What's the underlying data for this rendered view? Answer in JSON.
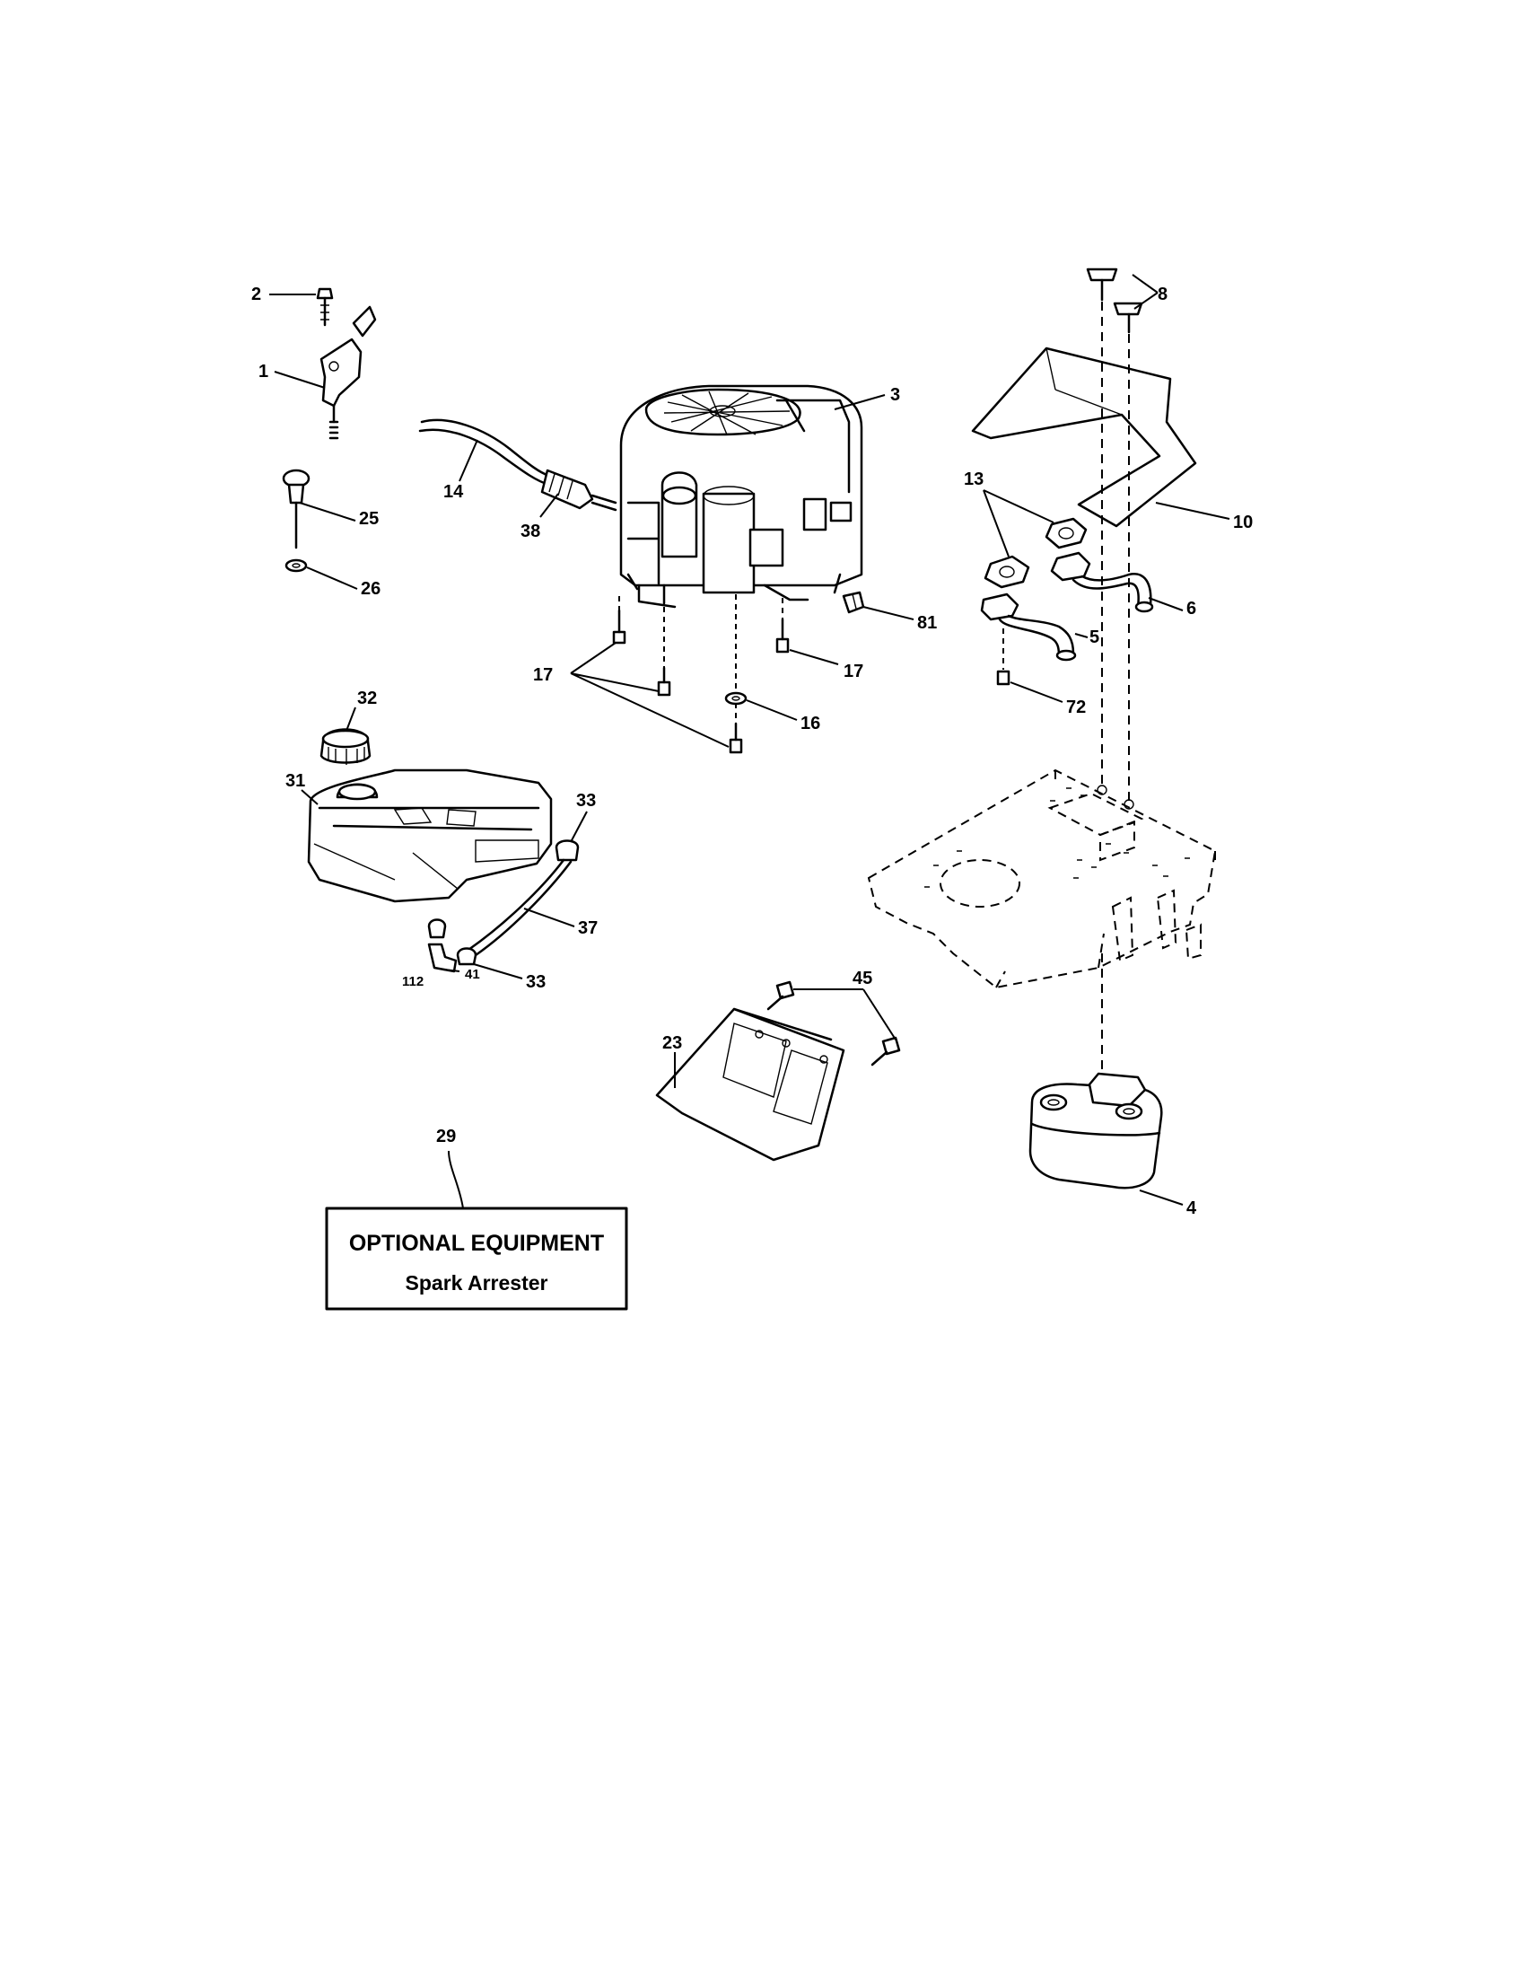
{
  "callouts": {
    "c1": "1",
    "c2": "2",
    "c3": "3",
    "c4": "4",
    "c5": "5",
    "c6": "6",
    "c8": "8",
    "c10": "10",
    "c13": "13",
    "c14": "14",
    "c16": "16",
    "c17a": "17",
    "c17b": "17",
    "c23": "23",
    "c25": "25",
    "c26": "26",
    "c29": "29",
    "c31": "31",
    "c32": "32",
    "c33a": "33",
    "c33b": "33",
    "c37": "37",
    "c38": "38",
    "c41": "41",
    "c45": "45",
    "c72": "72",
    "c81": "81",
    "c112": "112"
  },
  "optional_box": {
    "title": "OPTIONAL EQUIPMENT",
    "subtitle": "Spark Arrester"
  }
}
